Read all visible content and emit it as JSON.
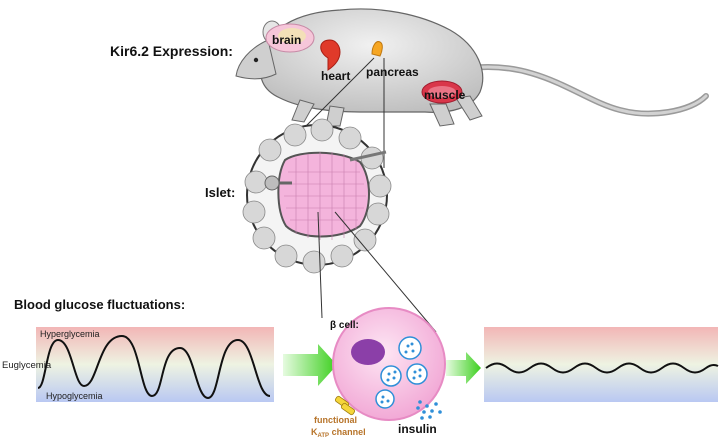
{
  "mouse": {
    "heading": "Kir6.2 Expression:",
    "organs": {
      "brain": "brain",
      "heart": "heart",
      "pancreas": "pancreas",
      "muscle": "muscle"
    }
  },
  "islet": {
    "label": "Islet:"
  },
  "glucose": {
    "heading": "Blood glucose fluctuations:",
    "euglycemia": "Euglycemia",
    "hyperglycemia": "Hyperglycemia",
    "hypoglycemia": "Hypoglycemia"
  },
  "beta_cell": {
    "label": "β cell:",
    "insulin": "insulin",
    "channel_line1": "functional",
    "channel_k": "K",
    "channel_sub": "ATP",
    "channel_suffix": " channel"
  },
  "colors": {
    "hyper_band": "#f2b6b6",
    "mid_band": "#e8f0dc",
    "hypo_band": "#b9c8f2",
    "arrow_green": "#3ccf1e",
    "cell_pink": "#f7c8e4",
    "nucleus": "#8b3fa8",
    "vesicle": "#2f8fd8",
    "channel_label": "#b7742a"
  }
}
